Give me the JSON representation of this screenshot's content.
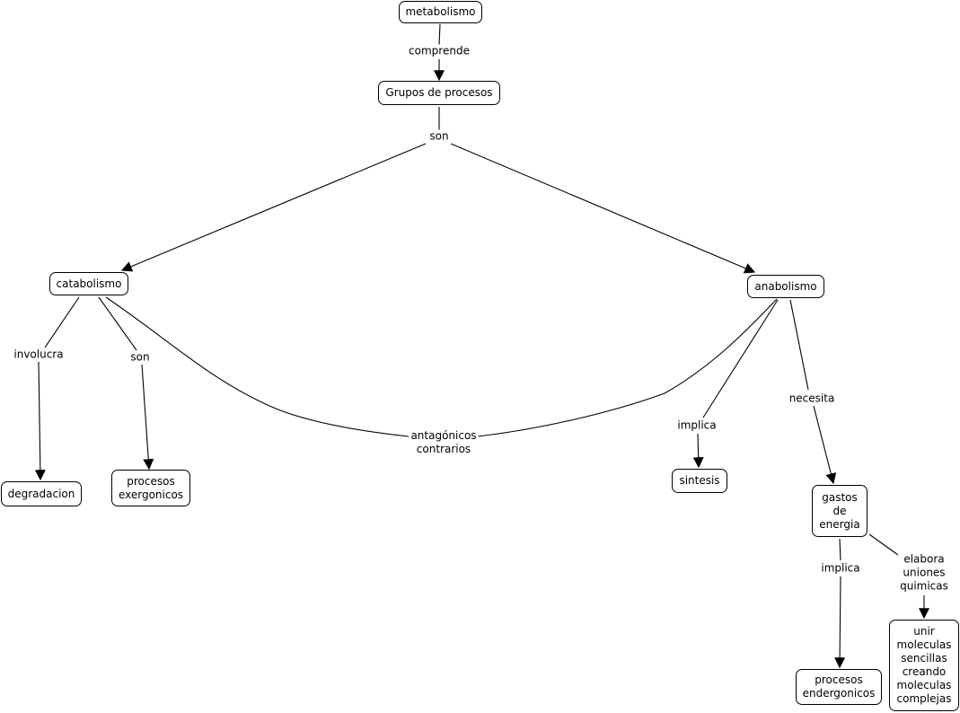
{
  "concepts": {
    "metabolismo": "metabolismo",
    "grupos": "Grupos de procesos",
    "catabolismo": "catabolismo",
    "anabolismo": "anabolismo",
    "degradacion": "degradacion",
    "exergonicos": "procesos\nexergonicos",
    "sintesis": "sintesis",
    "gastos": "gastos\nde\nenergia",
    "endergonicos": "procesos\nendergonicos",
    "unir": "unir\nmoleculas\nsencillas\ncreando\nmoleculas\ncomplejas"
  },
  "links": {
    "comprende": "comprende",
    "son_top": "son",
    "involucra": "involucra",
    "son_cat": "son",
    "antagonicos": "antagónicos\ncontrarios",
    "implica_ana": "implica",
    "necesita": "necesita",
    "implica_gastos": "implica",
    "elabora": "elabora\nuniones\nquimicas"
  }
}
